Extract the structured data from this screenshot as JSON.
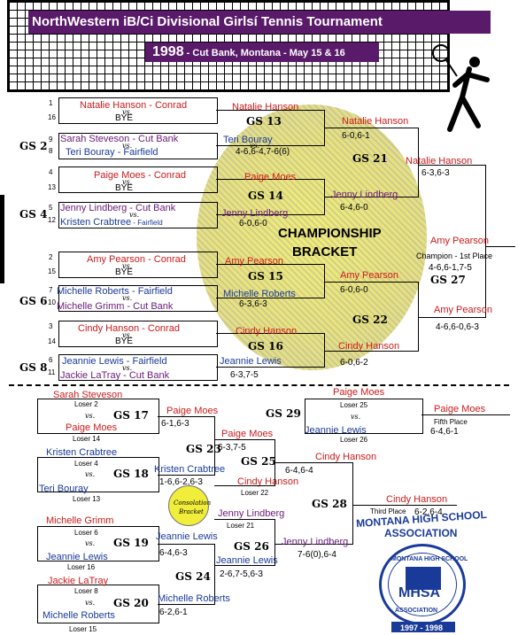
{
  "header": {
    "title": "NorthWestern iB/Ci Divisional Girlsí Tennis Tournament",
    "year": "1998",
    "subtitle": " - Cut Bank, Montana - May 15 & 16"
  },
  "championship": {
    "label_line1": "CHAMPIONSHIP",
    "label_line2": "BRACKET",
    "seeds": [
      "1",
      "16",
      "9",
      "8",
      "4",
      "13",
      "5",
      "12",
      "2",
      "15",
      "7",
      "10",
      "3",
      "14",
      "6",
      "11"
    ],
    "gs_labels": [
      "GS 2",
      "GS 4",
      "GS 6",
      "GS 8",
      "GS 13",
      "GS 14",
      "GS 15",
      "GS 16",
      "GS 21",
      "GS 22",
      "GS 27"
    ],
    "first_round": [
      {
        "a": "Natalie Hanson - Conrad",
        "vs": "vs.",
        "b": "BYE"
      },
      {
        "a": "Sarah Steveson - Cut Bank",
        "vs": "vs.",
        "b": "Teri Bouray - Fairfield"
      },
      {
        "a": "Paige Moes - Conrad",
        "vs": "vs.",
        "b": "BYE"
      },
      {
        "a": "Jenny Lindberg - Cut Bank",
        "vs": "vs.",
        "b": "Kristen Crabtree",
        "b2": " - Fairfield"
      },
      {
        "a": "Amy Pearson - Conrad",
        "vs": "vs.",
        "b": "BYE"
      },
      {
        "a": "Michelle Roberts - Fairfield",
        "vs": "vs.",
        "b": "Michelle Grimm - Cut Bank"
      },
      {
        "a": "Cindy Hanson - Conrad",
        "vs": "vs.",
        "b": "BYE"
      },
      {
        "a": "Jeannie Lewis - Fairfield",
        "vs": "vs.",
        "b": "Jackie LaTray - Cut Bank"
      }
    ],
    "second_round": [
      {
        "a": "Natalie Hanson",
        "b": "Teri Bouray",
        "vs": "vs.",
        "score": "4-6,6-4,7-6(6)"
      },
      {
        "a": "Paige Moes",
        "b": "Jenny Lindberg",
        "score": "6-0,6-0"
      },
      {
        "a": "Amy Pearson",
        "b": "Michelle Roberts",
        "score": "6-3,6-3"
      },
      {
        "a": "Cindy Hanson",
        "b": "Jeannie Lewis",
        "score": "6-3,7-5"
      }
    ],
    "semis": [
      {
        "a": "Natalie Hanson",
        "a_score": "6-0,6-1",
        "b": "Jenny Lindberg",
        "b_score": "6-4,6-0"
      },
      {
        "a": "Amy Pearson",
        "a_score": "6-0,6-0",
        "b": "Cindy Hanson",
        "b_score": "6-0,6-2"
      }
    ],
    "finals": {
      "top": "Natalie Hanson",
      "top_score": "6-3,6-3",
      "bottom": "Amy Pearson",
      "bottom_score": "4-6,6-0,6-3",
      "champion": "Amy Pearson",
      "champion_label": "Champion - 1st Place",
      "champion_score": "4-6,6-1,7-5"
    }
  },
  "consolation": {
    "gs_labels": [
      "GS 17",
      "GS 18",
      "GS 19",
      "GS 20",
      "GS 23",
      "GS 24",
      "GS 25",
      "GS 26",
      "GS 28",
      "GS 29"
    ],
    "first_round": [
      {
        "a": "Sarah Steveson",
        "a_note": "Loser 2",
        "vs": "vs.",
        "b": "Paige Moes",
        "b_note": "Loser 14"
      },
      {
        "a": "Kristen Crabtree",
        "a_note": "Loser 4",
        "vs": "vs.",
        "b": "Teri Bouray",
        "b_note": "Loser 13"
      },
      {
        "a": "Michelle Grimm",
        "a_note": "Loser 6",
        "vs": "vs.",
        "b": "Jeannie Lewis",
        "b_note": "Loser 16"
      },
      {
        "a": "Jackie LaTray",
        "a_note": "Loser 8",
        "vs": "vs.",
        "b": "Michelle Roberts",
        "b_note": "Loser 15"
      }
    ],
    "winners": [
      {
        "name": "Paige Moes",
        "score": "6-1,6-3"
      },
      {
        "name": "Kristen Crabtree",
        "score": "1-6,6-2,6-3"
      },
      {
        "name": "Jeannie Lewis",
        "score": "6-4,6-3"
      },
      {
        "name": "Michelle Roberts",
        "score": "6-2,6-1"
      }
    ],
    "round2": [
      {
        "a": "Paige Moes",
        "b": "Cindy Hanson",
        "b_note": "Loser 22",
        "score": "6-3,7-5"
      },
      {
        "a": "Jenny Lindberg",
        "a_note": "Loser 21",
        "b": "Jeannie Lewis",
        "score": "2-6,7-5,6-3"
      }
    ],
    "round3": [
      {
        "name": "Cindy Hanson",
        "score": "6-4,6-4"
      },
      {
        "name": "Jenny Lindberg",
        "score": "7-6(0),6-4"
      }
    ],
    "gs29": {
      "top": "Paige Moes",
      "note": "Loser 25",
      "vs": "vs.",
      "bottom": "Jeannie Lewis",
      "bottom_note": "Loser 26",
      "winner": "Paige Moes",
      "place": "Fifth Place",
      "score": "6-4,6-1"
    },
    "third": {
      "winner": "Cindy Hanson",
      "place": "Third Place",
      "score": "6-2,6-4"
    },
    "ball_line1": "Consolation",
    "ball_line2": "Bracket"
  },
  "logo": {
    "top": "MONTANA HIGH SCHOOL",
    "mid": "ASSOCIATION",
    "ring_top": "MONTANA HIGH SCHOOL",
    "ring_bottom": "ASSOCIATION",
    "initials": "MHSA",
    "years": "1997 - 1998"
  }
}
